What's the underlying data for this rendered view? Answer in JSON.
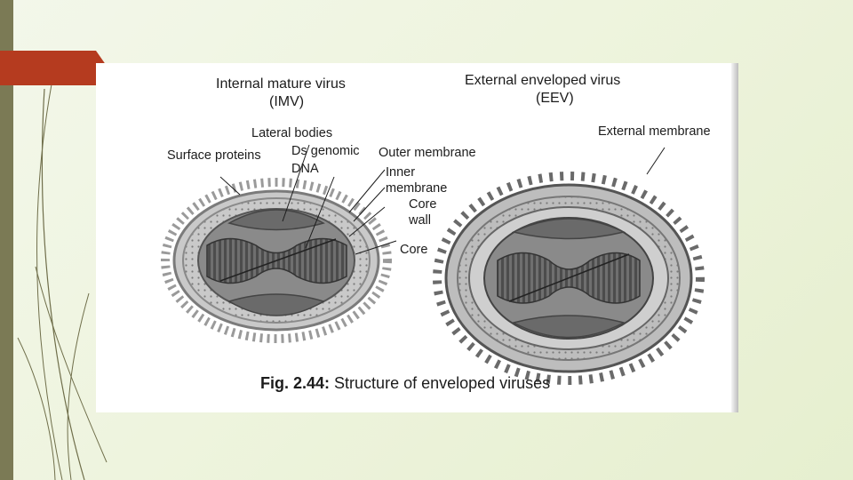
{
  "slide": {
    "accent_color": "#b53b1f",
    "sidebar_color": "#7b7a55",
    "background_color": "#eef4de"
  },
  "figure": {
    "imv_title_line1": "Internal mature virus",
    "imv_title_line2": "(IMV)",
    "eev_title_line1": "External enveloped virus",
    "eev_title_line2": "(EEV)",
    "labels": {
      "lateral_bodies": "Lateral bodies",
      "surface_proteins": "Surface proteins",
      "ds_genomic_dna_line1": "Ds genomic",
      "ds_genomic_dna_line2": "DNA",
      "outer_membrane": "Outer membrane",
      "inner_membrane_line1": "Inner",
      "inner_membrane_line2": "membrane",
      "core_wall_line1": "Core",
      "core_wall_line2": "wall",
      "core": "Core",
      "external_membrane": "External membrane"
    },
    "caption_number": "Fig. 2.44:",
    "caption_text": "Structure of enveloped viruses"
  }
}
